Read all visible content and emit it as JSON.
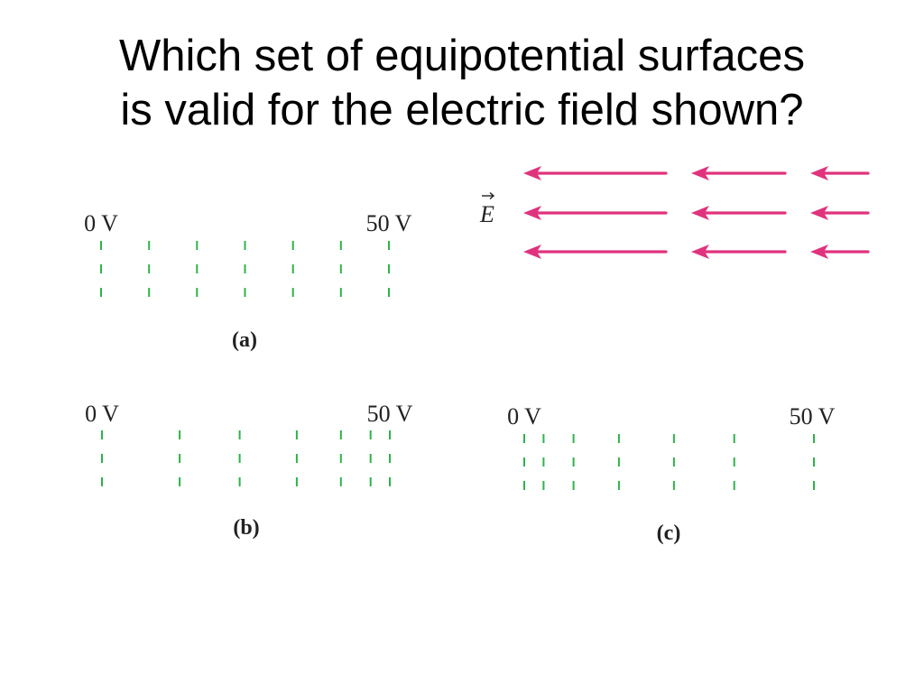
{
  "title": {
    "line1": "Which set of equipotential surfaces",
    "line2": "is valid for the electric field shown?"
  },
  "field": {
    "label": "E",
    "direction": "left",
    "arrow_rows": 3,
    "arrows_per_row": 3,
    "arrow_color": "#e0337e"
  },
  "equipotential_color": "#2db34a",
  "panels": [
    {
      "id": "a",
      "caption": "(a)",
      "left_label": "0 V",
      "right_label": "50 V",
      "line_positions": [
        0,
        1,
        2,
        3,
        4,
        5,
        6
      ],
      "range": [
        0,
        6
      ]
    },
    {
      "id": "b",
      "caption": "(b)",
      "left_label": "0 V",
      "right_label": "50 V",
      "line_positions": [
        0,
        1.62,
        2.87,
        4.06,
        4.98,
        5.6,
        6
      ],
      "range": [
        0,
        6
      ]
    },
    {
      "id": "c",
      "caption": "(c)",
      "left_label": "0 V",
      "right_label": "50 V",
      "line_positions": [
        0,
        0.4,
        1.02,
        1.96,
        3.1,
        4.35,
        6
      ],
      "range": [
        0,
        6
      ]
    }
  ]
}
